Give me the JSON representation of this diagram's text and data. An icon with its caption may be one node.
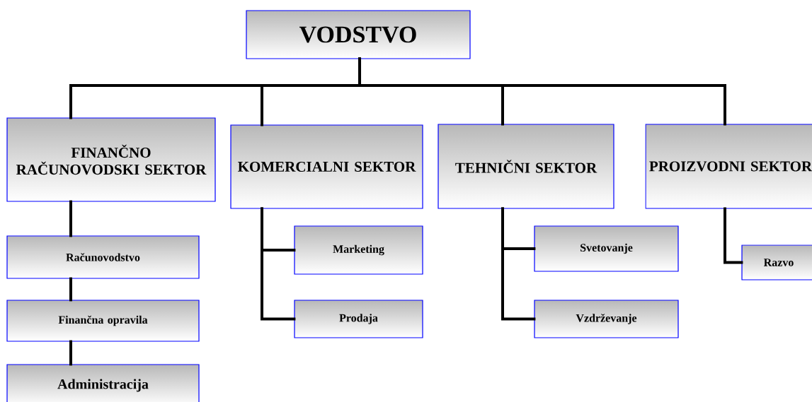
{
  "diagram": {
    "nodes": [
      {
        "text": [
          "VODSTVO"
        ]
      },
      {
        "text": [
          "FINANČNO RAČUNOVODSKI SEKTOR"
        ]
      },
      {
        "text": [
          "KOMERCIALNI SEKTOR"
        ]
      },
      {
        "text": [
          "TEHNIČNI SEKTOR"
        ]
      },
      {
        "text": [
          "PROIZVODNI SEKTOR"
        ]
      },
      {
        "text": [
          "Računovodstvo"
        ]
      },
      {
        "text": [
          "Finančna  opravila"
        ]
      },
      {
        "text": [
          "Administracija"
        ]
      },
      {
        "text": [
          "Marketing"
        ]
      },
      {
        "text": [
          "Prodaja"
        ]
      },
      {
        "text": [
          "Svetovanje"
        ]
      },
      {
        "text": [
          "Vzdrževanje"
        ]
      },
      {
        "text": [
          "Razvo"
        ]
      }
    ],
    "edges": [
      {
        "from": 0,
        "to": 1,
        "arrow": "none"
      },
      {
        "from": 0,
        "to": 2,
        "arrow": "none"
      },
      {
        "from": 0,
        "to": 3,
        "arrow": "none"
      },
      {
        "from": 0,
        "to": 4,
        "arrow": "none"
      },
      {
        "from": 1,
        "to": 5,
        "arrow": "none"
      },
      {
        "from": 5,
        "to": 6,
        "arrow": "none"
      },
      {
        "from": 6,
        "to": 7,
        "arrow": "none"
      },
      {
        "from": 2,
        "to": 8,
        "arrow": "none"
      },
      {
        "from": 2,
        "to": 9,
        "arrow": "none"
      },
      {
        "from": 3,
        "to": 10,
        "arrow": "none"
      },
      {
        "from": 3,
        "to": 11,
        "arrow": "none"
      },
      {
        "from": 4,
        "to": 12,
        "arrow": "none"
      }
    ]
  }
}
